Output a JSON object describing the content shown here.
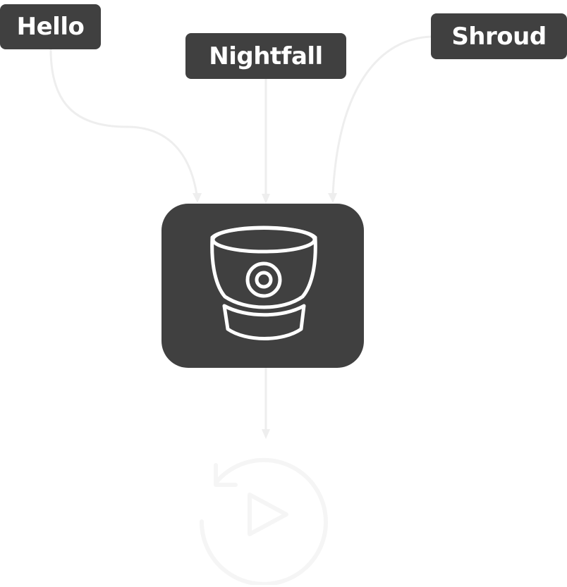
{
  "diagram": {
    "inputs": [
      {
        "label": "Hello"
      },
      {
        "label": "Nightfall"
      },
      {
        "label": "Shroud"
      }
    ],
    "center_node": {
      "icon": "bitbucket-icon"
    },
    "output_node": {
      "icon": "replay-icon"
    },
    "colors": {
      "node_fill": "#404040",
      "node_text": "#ffffff",
      "connector": "#eeeeee",
      "faded_icon": "#f5f5f5"
    }
  }
}
